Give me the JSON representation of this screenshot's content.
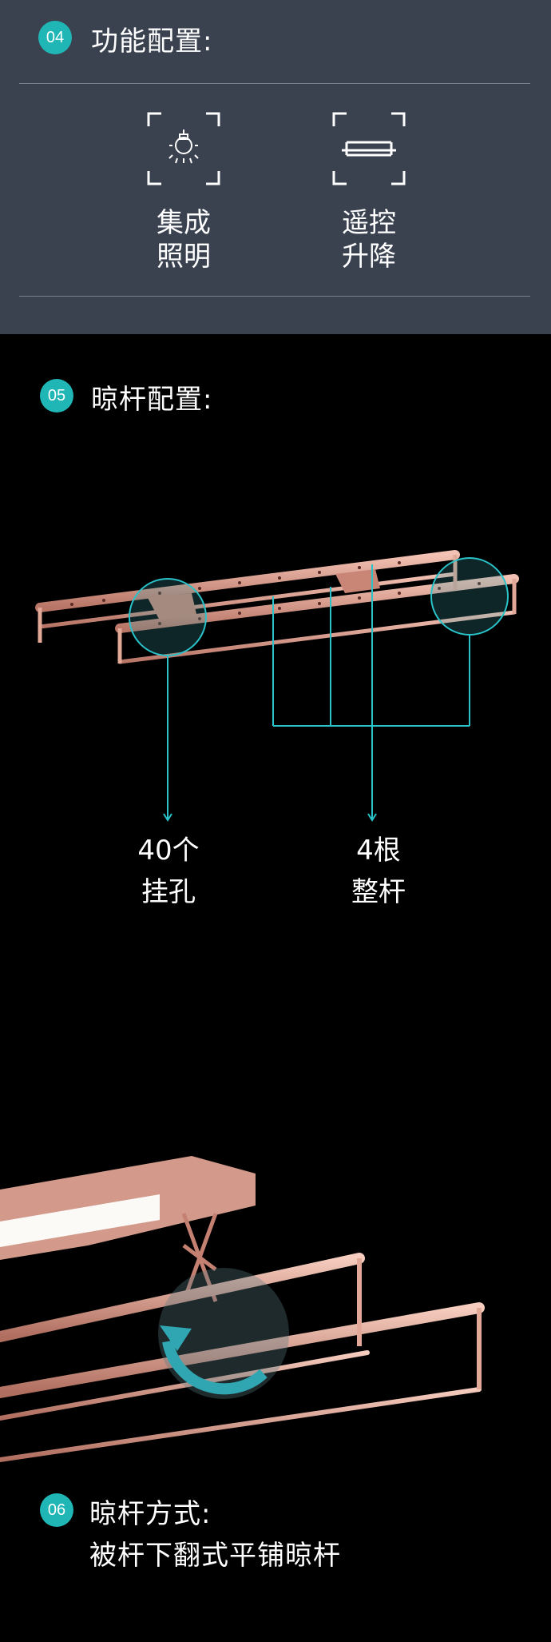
{
  "section04": {
    "badge": "04",
    "heading": "功能配置:",
    "features": [
      {
        "icon": "bulb-icon",
        "line1": "集成",
        "line2": "照明"
      },
      {
        "icon": "rack-lift-icon",
        "line1": "遥控",
        "line2": "升降"
      }
    ]
  },
  "section05": {
    "badge": "05",
    "heading": "晾杆配置:",
    "callouts": [
      {
        "line1": "40个",
        "line2": "挂孔"
      },
      {
        "line1": "4根",
        "line2": "整杆"
      }
    ]
  },
  "section06": {
    "badge": "06",
    "heading": "晾杆方式:",
    "subheading": "被杆下翻式平铺晾杆"
  },
  "colors": {
    "accent": "#21b6b6",
    "panel": "#3a4250",
    "rose_gold": "#d9998a"
  }
}
